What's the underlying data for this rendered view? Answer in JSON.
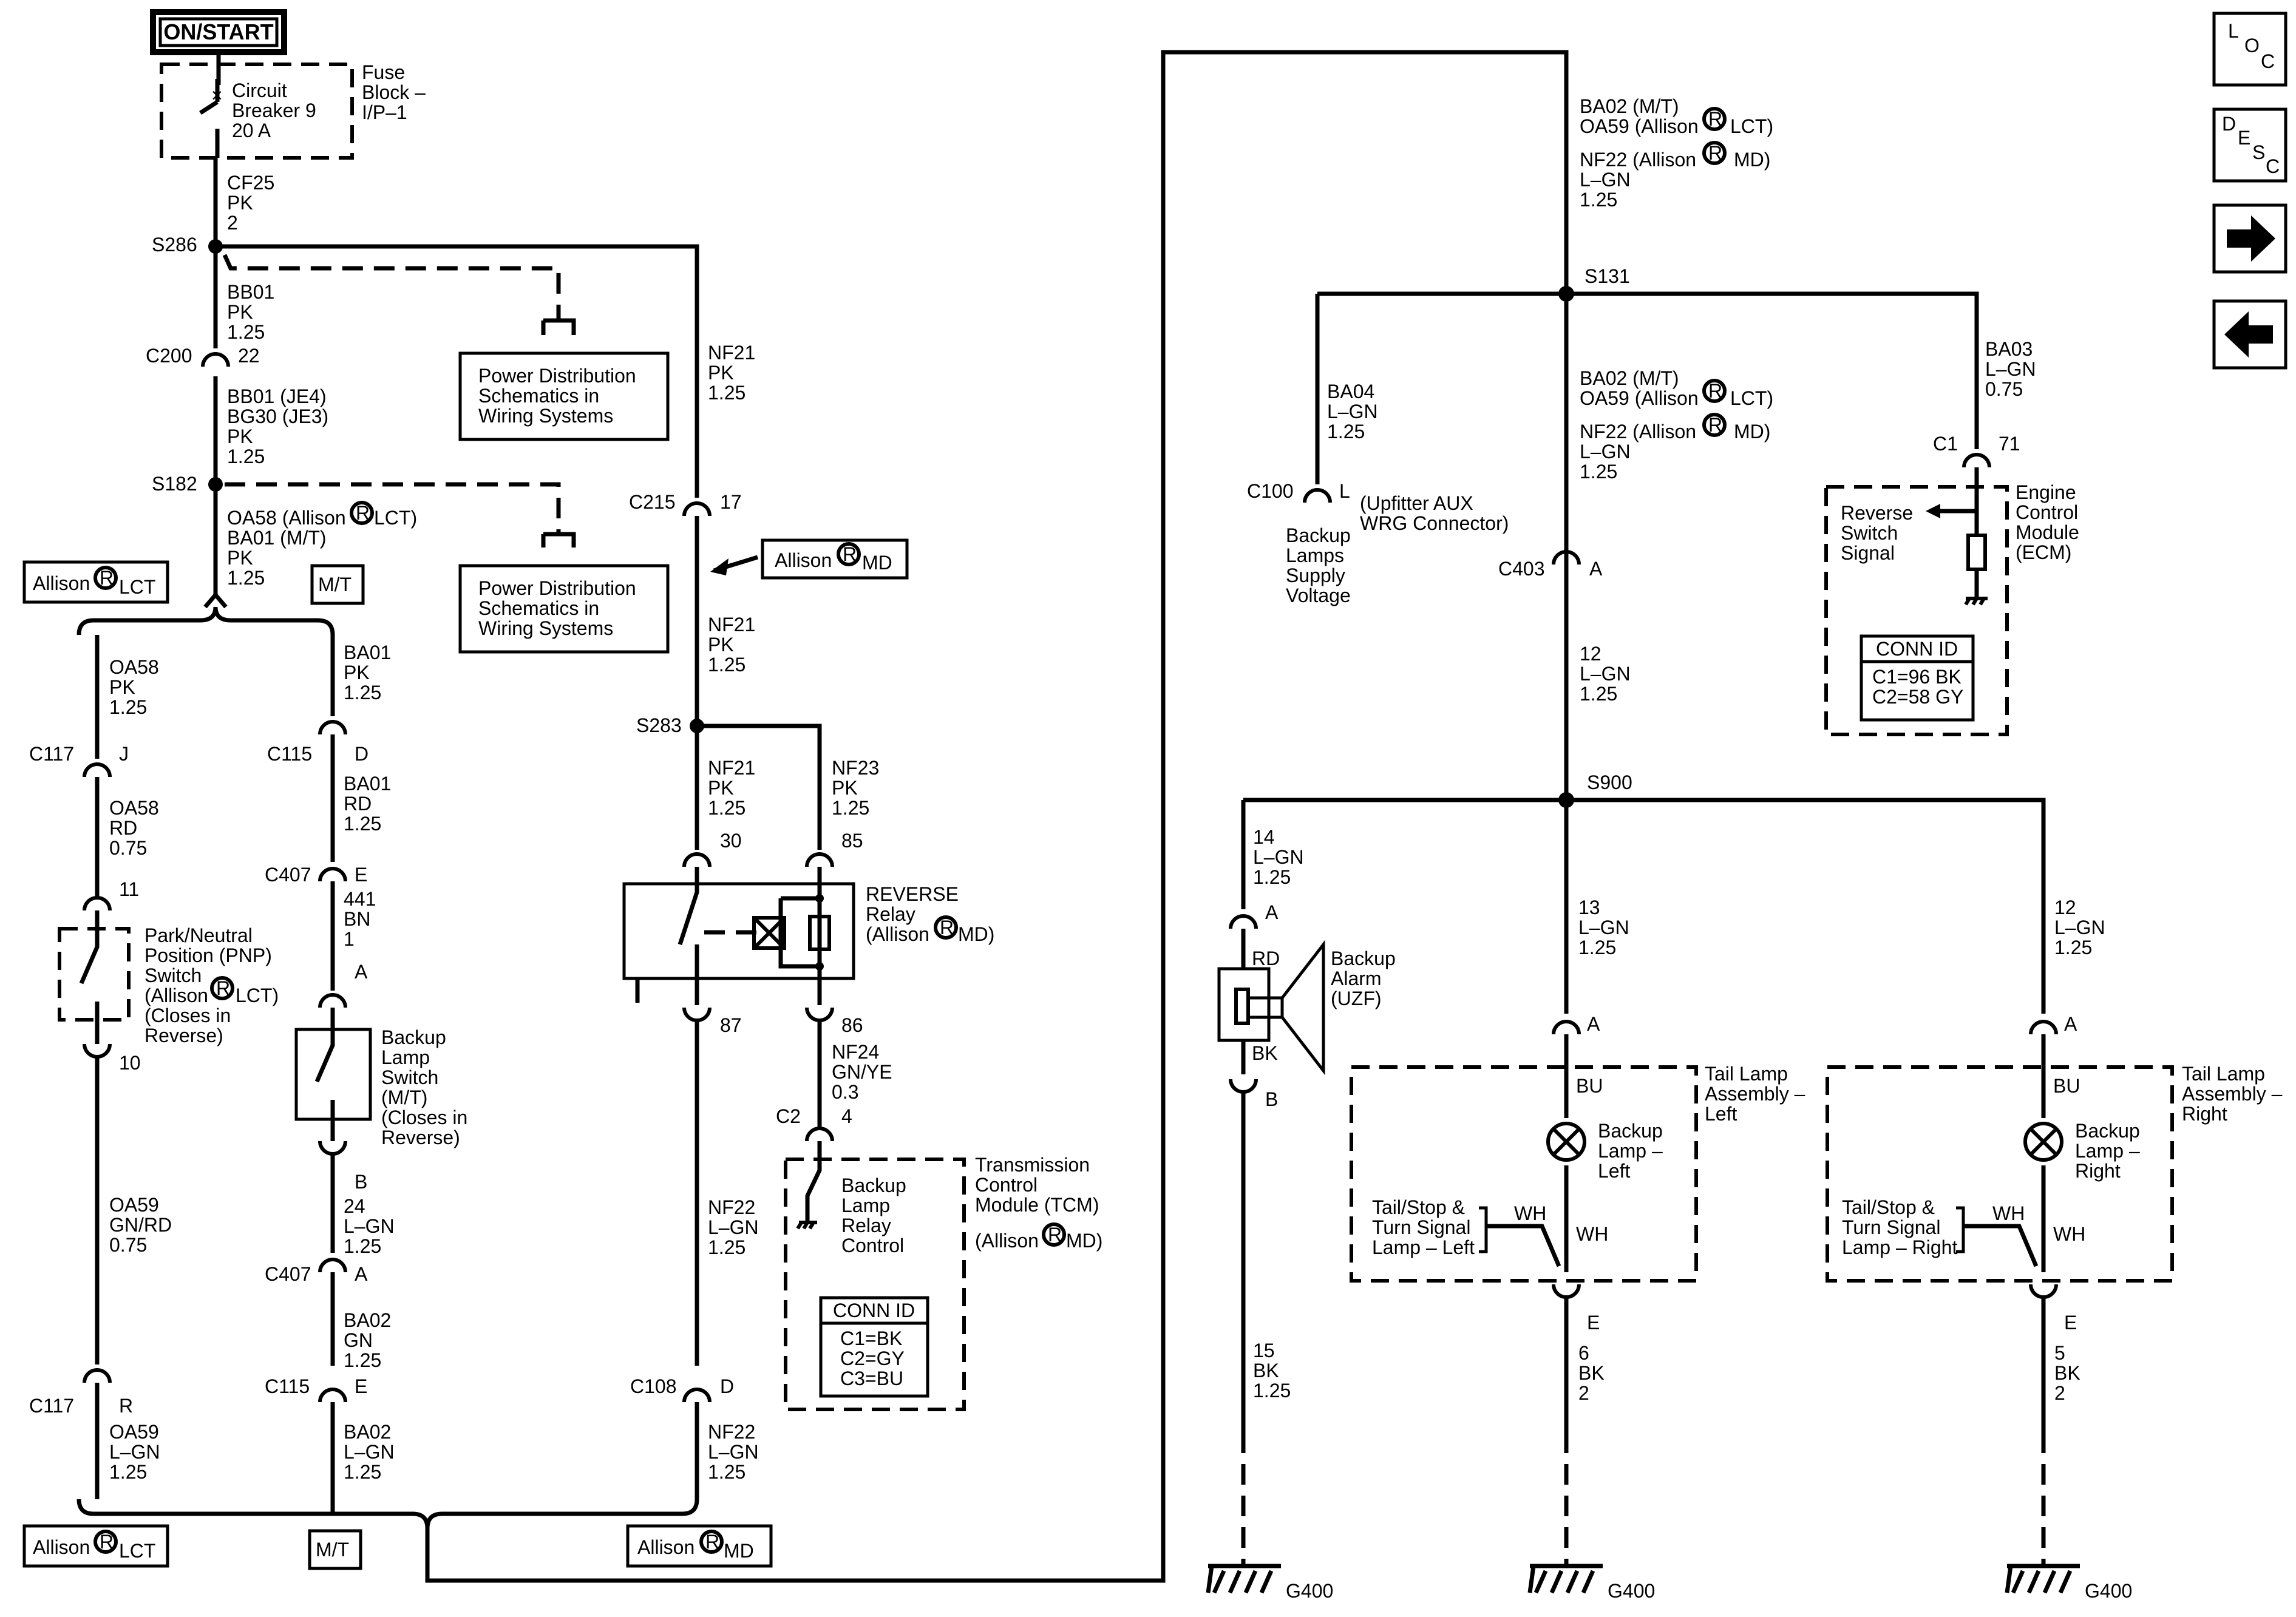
{
  "nav": {
    "loc_letters": [
      "L",
      "O",
      "C"
    ],
    "desc_letters": [
      "D",
      "E",
      "S",
      "C"
    ]
  },
  "power": {
    "title": "ON/START"
  },
  "fuse": {
    "name": [
      "Circuit",
      "Breaker 9",
      "20 A"
    ],
    "block": [
      "Fuse",
      "Block –",
      "I/P–1"
    ]
  },
  "registered": "R",
  "allison": {
    "word": "Allison",
    "lct": "LCT",
    "md": "MD"
  },
  "mt": "M/T",
  "pds": [
    "Power Distribution",
    "Schematics in",
    "Wiring Systems"
  ],
  "splices": {
    "s286": "S286",
    "s182": "S182",
    "s283": "S283",
    "s131": "S131",
    "s900": "S900"
  },
  "connectors": {
    "c200": "C200",
    "c200_pin": "22",
    "c215": "C215",
    "c215_pin": "17",
    "c117a": "C117",
    "c117a_pin": "J",
    "c117b": "C117",
    "c117b_pin": "R",
    "c115a": "C115",
    "c115a_pin": "D",
    "c115b": "C115",
    "c115b_pin": "E",
    "c407a": "C407",
    "c407a_pin": "E",
    "c407b": "C407",
    "c407b_pin": "A",
    "c108": "C108",
    "c108_pin": "D",
    "c100": "C100",
    "c100_pin": "L",
    "c403": "C403",
    "c403_pin": "A",
    "c1": "C1",
    "c1_pin": "71",
    "c2": "C2",
    "c2_pin": "4"
  },
  "pins": {
    "pnp_11": "11",
    "pnp_10": "10",
    "sw_a": "A",
    "sw_b": "B",
    "relay_30": "30",
    "relay_85": "85",
    "relay_87": "87",
    "relay_86": "86",
    "alarm_a": "A",
    "alarm_b": "B",
    "tl_left_a": "A",
    "tl_left_e": "E",
    "tl_right_a": "A",
    "tl_right_e": "E"
  },
  "wires": {
    "cf25": [
      "CF25",
      "PK",
      "2"
    ],
    "bb01": [
      "BB01",
      "PK",
      "1.25"
    ],
    "bb01_je4": [
      "BB01 (JE4)",
      "BG30 (JE3)",
      "PK",
      "1.25"
    ],
    "oa58_lct": "OA58 (Allison",
    "oa58_lct_end": "LCT)",
    "ba01_mt": [
      "BA01 (M/T)",
      "PK",
      "1.25"
    ],
    "oa58_pk": [
      "OA58",
      "PK",
      "1.25"
    ],
    "oa58_rd": [
      "OA58",
      "RD",
      "0.75"
    ],
    "oa59_gnrd": [
      "OA59",
      "GN/RD",
      "0.75"
    ],
    "oa59_lgn": [
      "OA59",
      "L–GN",
      "1.25"
    ],
    "ba01_pk": [
      "BA01",
      "PK",
      "1.25"
    ],
    "ba01_rd": [
      "BA01",
      "RD",
      "1.25"
    ],
    "w441": [
      "441",
      "BN",
      "1"
    ],
    "w24": [
      "24",
      "L–GN",
      "1.25"
    ],
    "ba02_gn": [
      "BA02",
      "GN",
      "1.25"
    ],
    "ba02_lgn": [
      "BA02",
      "L–GN",
      "1.25"
    ],
    "nf21_a": [
      "NF21",
      "PK",
      "1.25"
    ],
    "nf21_b": [
      "NF21",
      "PK",
      "1.25"
    ],
    "nf21_c": [
      "NF21",
      "PK",
      "1.25"
    ],
    "nf23": [
      "NF23",
      "PK",
      "1.25"
    ],
    "nf24": [
      "NF24",
      "GN/YE",
      "0.3"
    ],
    "nf22_a": [
      "NF22",
      "L–GN",
      "1.25"
    ],
    "nf22_b": [
      "NF22",
      "L–GN",
      "1.25"
    ],
    "top_ba02": "BA02 (M/T)",
    "top_oa59": "OA59 (Allison",
    "top_lct": "LCT)",
    "top_nf22": "NF22 (Allison",
    "top_md": "MD)",
    "top_rest": [
      "L–GN",
      "1.25"
    ],
    "mid_ba02": "BA02 (M/T)",
    "mid_oa59": "OA59 (Allison",
    "mid_lct": "LCT)",
    "mid_nf22": "NF22 (Allison",
    "mid_md": "MD)",
    "mid_rest": [
      "L–GN",
      "1.25"
    ],
    "ba04": [
      "BA04",
      "L–GN",
      "1.25"
    ],
    "ba03": [
      "BA03",
      "L–GN",
      "0.75"
    ],
    "w12_a": [
      "12",
      "L–GN",
      "1.25"
    ],
    "w14": [
      "14",
      "L–GN",
      "1.25"
    ],
    "w13": [
      "13",
      "L–GN",
      "1.25"
    ],
    "w12_b": [
      "12",
      "L–GN",
      "1.25"
    ],
    "w15": [
      "15",
      "BK",
      "1.25"
    ],
    "w6": [
      "6",
      "BK",
      "2"
    ],
    "w5": [
      "5",
      "BK",
      "2"
    ],
    "rd": "RD",
    "bk": "BK",
    "bu_l": "BU",
    "wh_l1": "WH",
    "wh_l2": "WH",
    "bu_r": "BU",
    "wh_r1": "WH",
    "wh_r2": "WH"
  },
  "components": {
    "pnp": [
      "Park/Neutral",
      "Position (PNP)",
      "Switch",
      "(Allison",
      "LCT)",
      "(Closes in",
      "Reverse)"
    ],
    "backup_switch": [
      "Backup",
      "Lamp",
      "Switch",
      "(M/T)",
      "(Closes in",
      "Reverse)"
    ],
    "relay": [
      "REVERSE",
      "Relay",
      "(Allison",
      "MD)"
    ],
    "relay_control": [
      "Backup",
      "Lamp",
      "Relay",
      "Control"
    ],
    "tcm": [
      "Transmission",
      "Control",
      "Module (TCM)",
      "(Allison",
      "MD)"
    ],
    "tcm_conn": [
      "CONN ID",
      "C1=BK",
      "C2=GY",
      "C3=BU"
    ],
    "upfitter": [
      "(Upfitter AUX",
      "WRG Connector)"
    ],
    "supply": [
      "Backup",
      "Lamps",
      "Supply",
      "Voltage"
    ],
    "ecm": [
      "Engine",
      "Control",
      "Module",
      "(ECM)"
    ],
    "reverse_signal": [
      "Reverse",
      "Switch",
      "Signal"
    ],
    "ecm_conn": [
      "CONN ID",
      "C1=96 BK",
      "C2=58 GY"
    ],
    "alarm": [
      "Backup",
      "Alarm",
      "(UZF)"
    ],
    "tl_left": [
      "Tail Lamp",
      "Assembly –",
      "Left"
    ],
    "tl_right": [
      "Tail Lamp",
      "Assembly –",
      "Right"
    ],
    "lamp_left": [
      "Backup",
      "Lamp –",
      "Left"
    ],
    "lamp_right": [
      "Backup",
      "Lamp –",
      "Right"
    ],
    "tts_left": [
      "Tail/Stop &",
      "Turn Signal",
      "Lamp – Left"
    ],
    "tts_right": [
      "Tail/Stop &",
      "Turn Signal",
      "Lamp – Right"
    ]
  },
  "grounds": [
    "G400",
    "G400",
    "G400"
  ]
}
